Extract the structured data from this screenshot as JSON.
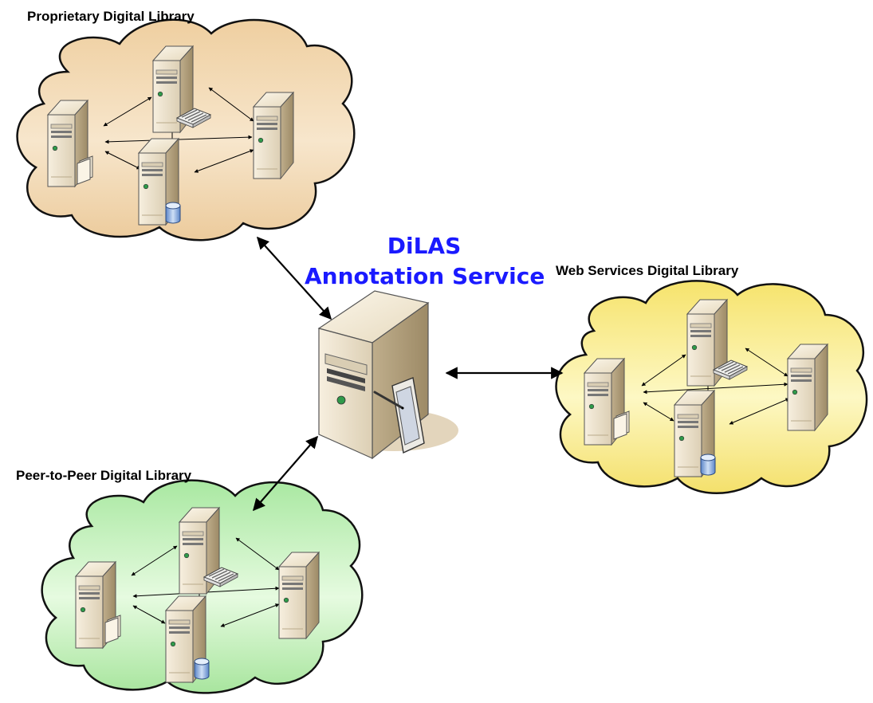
{
  "title": {
    "line1": "DiLAS",
    "line2": "Annotation Service",
    "color": "#1a1aff"
  },
  "libraries": {
    "proprietary": {
      "label": "Proprietary Digital Library",
      "fill": "#f3d9b1"
    },
    "web_services": {
      "label": "Web Services Digital Library",
      "fill": "#fbf089"
    },
    "p2p": {
      "label": "Peer-to-Peer Digital Library",
      "fill": "#bff0b8"
    }
  },
  "icons": {
    "library_nodes": [
      "server-icon",
      "server-icon",
      "server-icon",
      "server-icon"
    ],
    "node_accessories": [
      "keyboard-icon",
      "document-icon",
      "database-icon"
    ],
    "central": [
      "server-icon",
      "tablet-pen-icon"
    ]
  }
}
